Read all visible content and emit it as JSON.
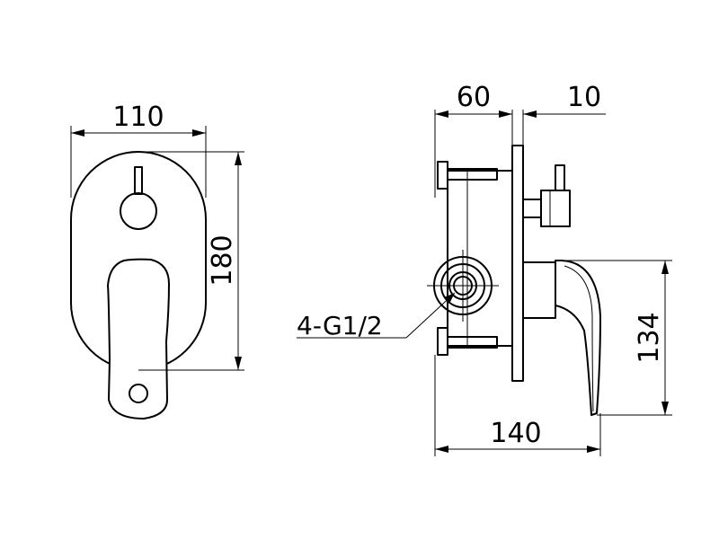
{
  "front_view": {
    "width_label": "110",
    "height_label": "180"
  },
  "side_view": {
    "body_depth_label": "60",
    "plate_label": "10",
    "total_depth_label": "140",
    "lever_height_label": "134",
    "thread_label": "4-G1/2"
  }
}
